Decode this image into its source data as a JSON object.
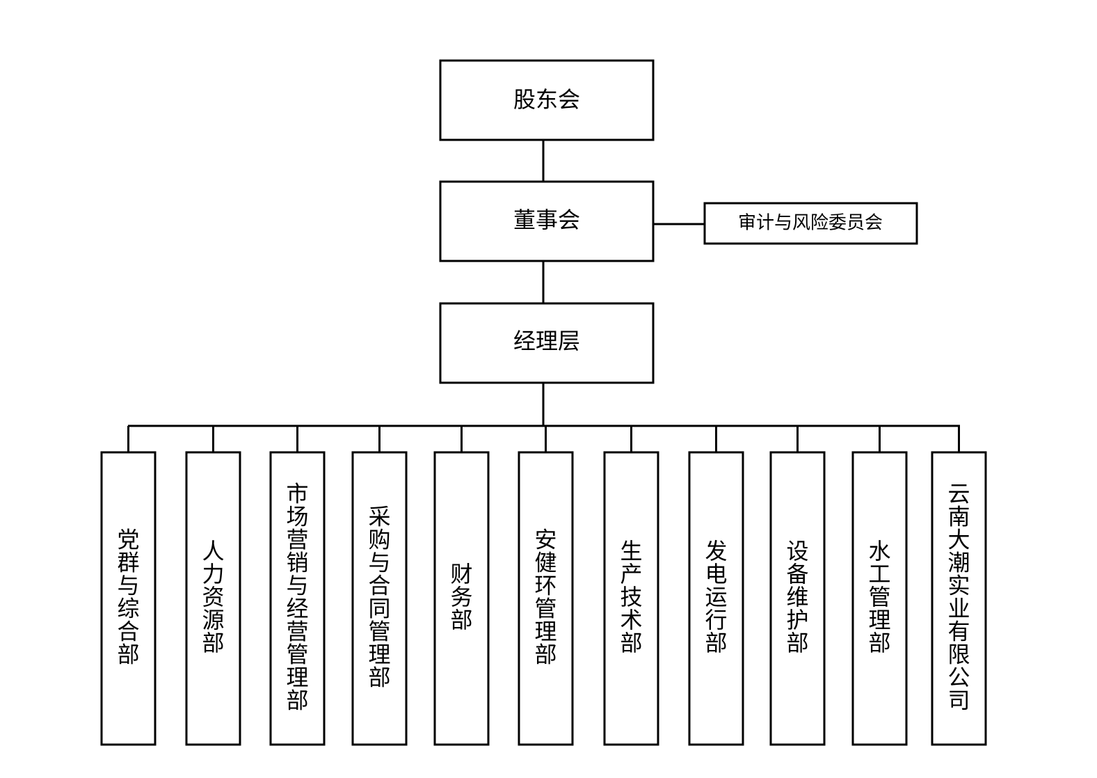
{
  "top_levels": [
    {
      "id": "shareholders",
      "label": "股东会"
    },
    {
      "id": "board",
      "label": "董事会"
    },
    {
      "id": "management",
      "label": "经理层"
    }
  ],
  "side_committee": {
    "id": "audit-risk-committee",
    "label": "审计与风险委员会"
  },
  "departments": [
    {
      "id": "party-general",
      "label": "党群与综合部"
    },
    {
      "id": "hr",
      "label": "人力资源部"
    },
    {
      "id": "marketing-operations",
      "label": "市场营销与经营管理部"
    },
    {
      "id": "procurement-contracts",
      "label": "采购与合同管理部"
    },
    {
      "id": "finance",
      "label": "财务部"
    },
    {
      "id": "safety-health-environment",
      "label": "安健环管理部"
    },
    {
      "id": "production-technology",
      "label": "生产技术部"
    },
    {
      "id": "power-operation",
      "label": "发电运行部"
    },
    {
      "id": "equipment-maintenance",
      "label": "设备维护部"
    },
    {
      "id": "hydraulic-management",
      "label": "水工管理部"
    },
    {
      "id": "yunnan-dachao",
      "label": "云南大潮实业有限公司"
    }
  ],
  "colors": {
    "stroke": "#000000",
    "fill": "#ffffff"
  }
}
